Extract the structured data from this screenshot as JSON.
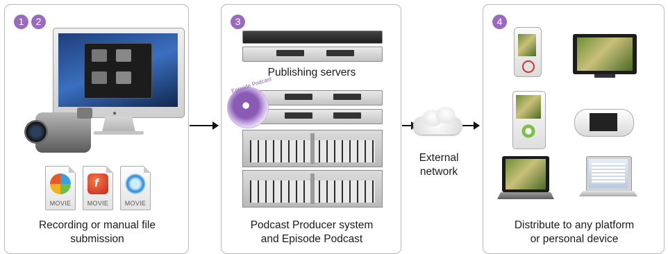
{
  "panels": [
    {
      "badges": [
        "1",
        "2"
      ],
      "caption_line1": "Recording or manual file",
      "caption_line2": "submission"
    },
    {
      "badges": [
        "3"
      ],
      "caption_line1": "Podcast Producer system",
      "caption_line2": "and Episode Podcast"
    },
    {
      "badges": [
        "4"
      ],
      "caption_line1": "Distribute to any platform",
      "caption_line2": "or personal device"
    }
  ],
  "servers_label": "Publishing servers",
  "network_label_line1": "External",
  "network_label_line2": "network",
  "movie_label": "MOVIE",
  "episode_logo_text": "Episode Podcast",
  "colors": {
    "badge": "#9a6bbd",
    "border": "#b9b9b9",
    "arrow": "#111111"
  }
}
